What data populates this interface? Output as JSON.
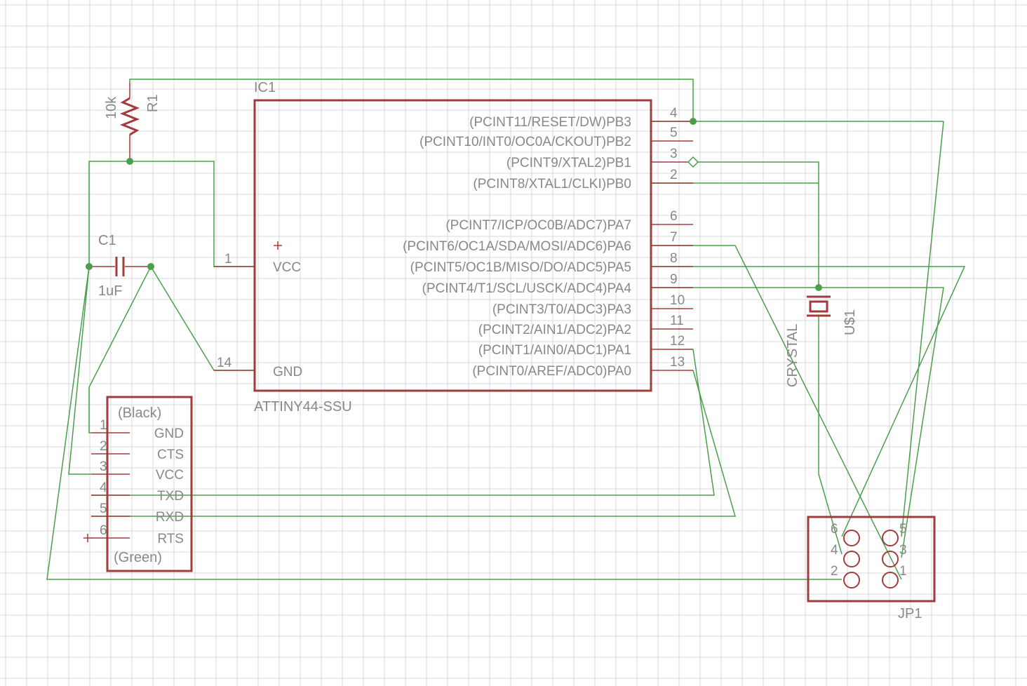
{
  "colors": {
    "wire": "#4aa04a",
    "part": "#a23b3b",
    "text": "#888888",
    "grid": "#d9d9d9"
  },
  "ic1": {
    "name": "IC1",
    "value": "ATTINY44-SSU",
    "left_pins": [
      {
        "num": "1",
        "label": "VCC"
      },
      {
        "num": "14",
        "label": "GND"
      }
    ],
    "right_pins": [
      {
        "num": "4",
        "label": "(PCINT11/RESET/DW)PB3"
      },
      {
        "num": "5",
        "label": "(PCINT10/INT0/OC0A/CKOUT)PB2"
      },
      {
        "num": "3",
        "label": "(PCINT9/XTAL2)PB1"
      },
      {
        "num": "2",
        "label": "(PCINT8/XTAL1/CLKI)PB0"
      },
      {
        "num": "6",
        "label": "(PCINT7/ICP/OC0B/ADC7)PA7"
      },
      {
        "num": "7",
        "label": "(PCINT6/OC1A/SDA/MOSI/ADC6)PA6"
      },
      {
        "num": "8",
        "label": "(PCINT5/OC1B/MISO/DO/ADC5)PA5"
      },
      {
        "num": "9",
        "label": "(PCINT4/T1/SCL/USCK/ADC4)PA4"
      },
      {
        "num": "10",
        "label": "(PCINT3/T0/ADC3)PA3"
      },
      {
        "num": "11",
        "label": "(PCINT2/AIN1/ADC2)PA2"
      },
      {
        "num": "12",
        "label": "(PCINT1/AIN0/ADC1)PA1"
      },
      {
        "num": "13",
        "label": "(PCINT0/AREF/ADC0)PA0"
      }
    ]
  },
  "r1": {
    "name": "R1",
    "value": "10k"
  },
  "c1": {
    "name": "C1",
    "value": "1uF"
  },
  "crystal": {
    "name": "U$1",
    "value": "CRYSTAL"
  },
  "ftdi": {
    "top": "(Black)",
    "bottom": "(Green)",
    "pins": [
      {
        "num": "1",
        "label": "GND"
      },
      {
        "num": "2",
        "label": "CTS"
      },
      {
        "num": "3",
        "label": "VCC"
      },
      {
        "num": "4",
        "label": "TXD"
      },
      {
        "num": "5",
        "label": "RXD"
      },
      {
        "num": "6",
        "label": "RTS"
      }
    ]
  },
  "jp1": {
    "name": "JP1",
    "left_nums": [
      "6",
      "4",
      "2"
    ],
    "right_nums": [
      "5",
      "3",
      "1"
    ]
  }
}
